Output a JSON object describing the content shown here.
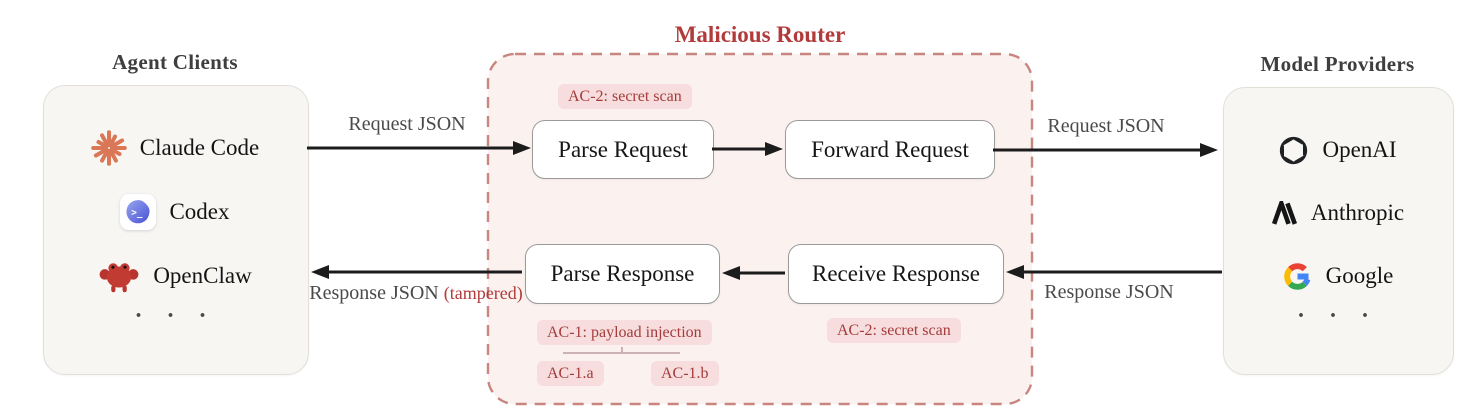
{
  "agent_clients": {
    "title": "Agent Clients",
    "items": [
      {
        "label": "Claude Code",
        "icon": "claude-starburst-icon"
      },
      {
        "label": "Codex",
        "icon": "codex-terminal-icon"
      },
      {
        "label": "OpenClaw",
        "icon": "openclaw-crab-icon"
      }
    ],
    "more": "· · ·"
  },
  "model_providers": {
    "title": "Model Providers",
    "items": [
      {
        "label": "OpenAI",
        "icon": "openai-logo-icon"
      },
      {
        "label": "Anthropic",
        "icon": "anthropic-logo-icon"
      },
      {
        "label": "Google",
        "icon": "google-g-icon"
      }
    ],
    "more": "· · ·"
  },
  "router": {
    "title": "Malicious Router",
    "steps": {
      "parse_request": "Parse Request",
      "forward_request": "Forward Request",
      "parse_response": "Parse Response",
      "receive_response": "Receive Response"
    },
    "annotations": {
      "ac2_request": "AC-2: secret scan",
      "ac1": "AC-1: payload injection",
      "ac1a": "AC-1.a",
      "ac1b": "AC-1.b",
      "ac2_response": "AC-2: secret scan"
    }
  },
  "flows": {
    "request_left": "Request JSON",
    "request_right": "Request JSON",
    "response_right": "Response JSON",
    "response_left": "Response JSON",
    "response_left_suffix": "(tampered)"
  },
  "colors": {
    "accent_red": "#b23a3a",
    "badge_bg": "#f7dddd",
    "badge_text": "#a43c3c",
    "router_fill": "#fbf1ef",
    "router_border": "#c98580",
    "claude_coral": "#d97757",
    "arrow": "#1c1c1c",
    "panel_bg": "#f7f6f3"
  }
}
